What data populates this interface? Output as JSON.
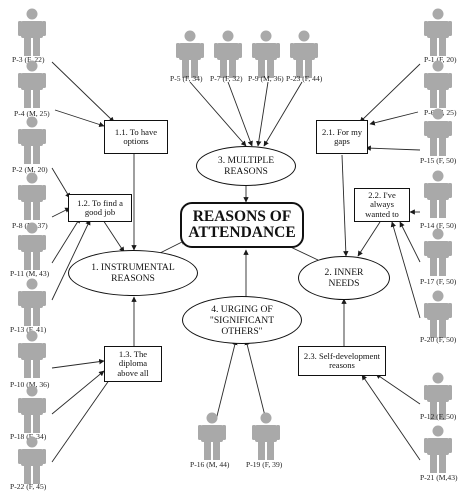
{
  "title": "REASONS OF\nATTENDANCE",
  "categories": {
    "instrumental": "1. INSTRUMENTAL\nREASONS",
    "inner": "2. INNER\nNEEDS",
    "multiple": "3. MULTIPLE\nREASONS",
    "urging": "4. URGING OF\n\"SIGNIFICANT\nOTHERS\""
  },
  "subcategories": {
    "s1_1": "1.1. To have\noptions",
    "s1_2": "1.2. To find a\ngood job",
    "s1_3": "1.3. The\ndiploma\nabove all",
    "s2_1": "2.1. For my\ngaps",
    "s2_2": "2.2. I've\nalways\nwanted to",
    "s2_3": "2.3. Self-development\nreasons"
  },
  "participants": {
    "p3": "P-3 (F, 22)",
    "p4": "P-4 (M, 25)",
    "p2": "P-2 (M, 20)",
    "p8": "P-8 (M, 37)",
    "p11": "P-11 (M, 43)",
    "p13": "P-13 (F, 41)",
    "p10": "P-10 (M, 36)",
    "p18": "P-18 (F, 34)",
    "p22": "P-22 (F, 45)",
    "p5": "P-5 (F, 34)",
    "p7": "P-7 (F, 32)",
    "p9": "P-9 (M, 36)",
    "p23": "P-23 (F, 44)",
    "p1": "P-1 (F, 20)",
    "p6": "P-6 (F, 25)",
    "p15": "P-15 (F, 50)",
    "p14": "P-14 (F, 50)",
    "p17": "P-17 (F, 50)",
    "p20": "P-20 (F, 50)",
    "p12": "P-12 (F, 50)",
    "p21": "P-21 (M,43)",
    "p16": "P-16 (M, 44)",
    "p19": "P-19 (F, 39)"
  },
  "icons": {
    "participant": "person-icon"
  },
  "colors": {
    "figure": "#a9a9a9",
    "line": "#2a2a2a"
  }
}
